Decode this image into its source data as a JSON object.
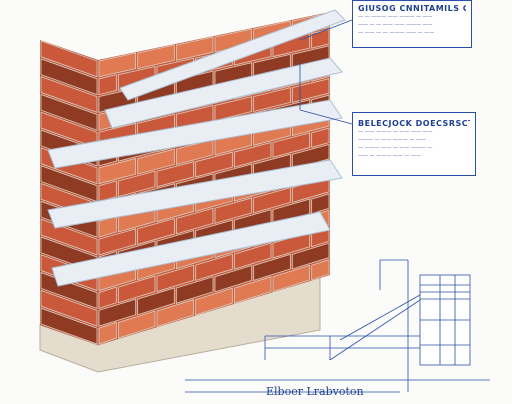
{
  "palette": {
    "brick": "#c9593a",
    "brick_light": "#e07a52",
    "brick_dark": "#8f3a22",
    "mortar": "#d9cfc4",
    "membrane": "#e9eef4",
    "membrane_edge": "#aebfd3",
    "plinth": "#e4dccd",
    "annotation": "#2a4fa8"
  },
  "callouts": [
    {
      "title": "GIUSOG CNNITAMILS CSS",
      "lines": [
        "— — ——— —— ——— — ——",
        "—— — — —— —— ——— ——",
        "— —— — — ——— —— — ——"
      ]
    },
    {
      "title": "BELECJOCK DOECSRSCTESH",
      "lines": [
        "— —— ——— — —— —— ——",
        "——— — —— ——— — ——",
        "— ——— —— — —— ——— —",
        "—— — ——— —— — ——"
      ]
    }
  ],
  "footer_label": "Elboer Lrabvoton"
}
